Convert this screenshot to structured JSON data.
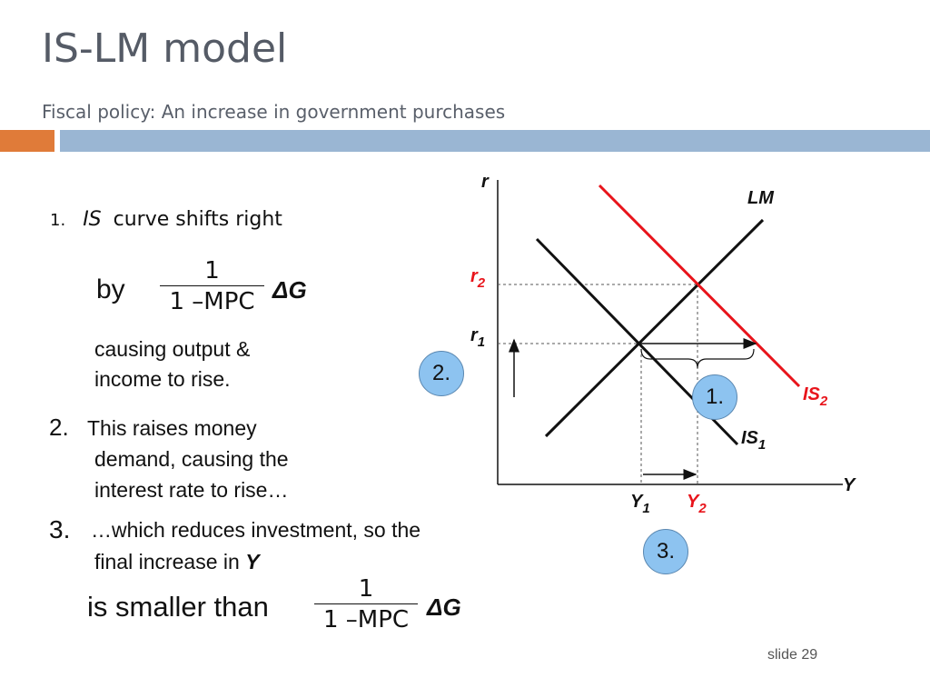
{
  "slide": {
    "title": "IS-LM model",
    "subtitle": "Fiscal policy:  An  increase in government purchases",
    "slide_number": "slide 29"
  },
  "points": {
    "p1_num": "1.",
    "p1_is": "IS",
    "p1_text": "curve shifts right",
    "by": "by",
    "frac1_num": "1",
    "frac1_den": "1 –MPC",
    "delta_g": "ΔG",
    "causing_line1": "causing output &",
    "causing_line2": "income to rise.",
    "p2_num": "2.",
    "p2_line1": "This raises money",
    "p2_line2": "demand, causing the",
    "p2_line3": "interest rate to rise…",
    "p3_num": "3.",
    "p3_line1": "…which reduces investment, so the",
    "p3_line2": "final increase in",
    "p3_y": "Y",
    "smaller": "is smaller than",
    "frac2_num": "1",
    "frac2_den": "1 –MPC",
    "delta_g2": "ΔG"
  },
  "diagram": {
    "axis_y": "r",
    "axis_x": "Y",
    "lm_label": "LM",
    "is1_label": "IS",
    "is1_sub": "1",
    "is2_label": "IS",
    "is2_sub": "2",
    "r1": "r",
    "r1_sub": "1",
    "r2": "r",
    "r2_sub": "2",
    "y1": "Y",
    "y1_sub": "1",
    "y2": "Y",
    "y2_sub": "2",
    "step1": "1.",
    "step2": "2.",
    "step3": "3.",
    "colors": {
      "is2": "#e8141b",
      "r2_y2_labels": "#e8141b",
      "curves": "#111111",
      "circles": "#8dc3f0"
    }
  }
}
